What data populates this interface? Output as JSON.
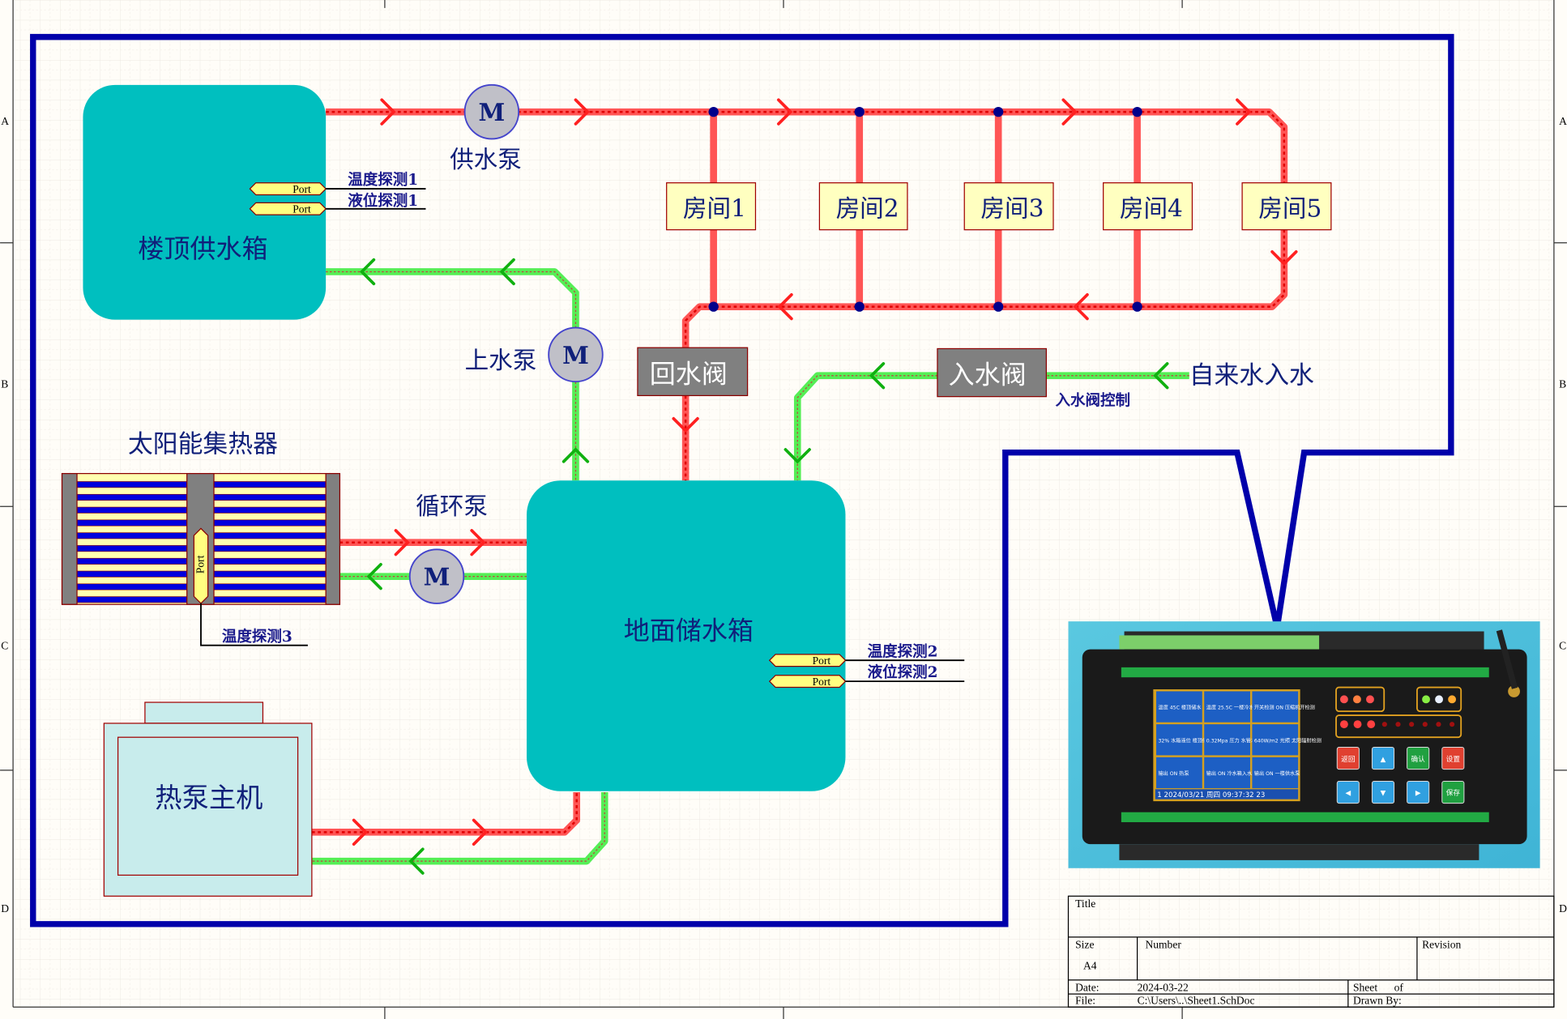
{
  "diagram": {
    "roof_tank": {
      "label": "楼顶供水箱",
      "ports": [
        "Port",
        "Port"
      ],
      "sensors": [
        "温度探测1",
        "液位探测1"
      ]
    },
    "supply_pump": {
      "symbol": "M",
      "label": "供水泵"
    },
    "rooms": [
      "房间1",
      "房间2",
      "房间3",
      "房间4",
      "房间5"
    ],
    "lift_pump": {
      "symbol": "M",
      "label": "上水泵"
    },
    "return_valve": {
      "label": "回水阀"
    },
    "inlet_valve": {
      "label": "入水阀",
      "control_label": "入水阀控制"
    },
    "tap_water": {
      "label": "自来水入水"
    },
    "solar": {
      "label": "太阳能集热器",
      "port": "Port",
      "sensor": "温度探测3"
    },
    "circ_pump": {
      "symbol": "M",
      "label": "循环泵"
    },
    "ground_tank": {
      "label": "地面储水箱",
      "ports": [
        "Port",
        "Port"
      ],
      "sensors": [
        "温度探测2",
        "液位探测2"
      ]
    },
    "heat_pump": {
      "label": "热泵主机"
    },
    "controller_screen": {
      "tiles": [
        "温度 45C 楼顶储水",
        "温度 25.5C 一楼冷水",
        "开关检测 ON 压缩机开检测",
        "32% 水箱液位 楼顶储水箱液",
        "0.32Mpa 压力 水管水压检测",
        "640W/m2 光照 太阳辐射检测",
        "输出 ON 热泵",
        "输出 ON 冷水箱入水",
        "输出 ON 一楼供水泵"
      ],
      "status_bar": "1  2024/03/21 周四  09:37:32  23",
      "buttons": [
        "返回",
        "▲",
        "确认",
        "设置",
        "◀",
        "▼",
        "▶",
        "保存"
      ]
    }
  },
  "title_block": {
    "title_label": "Title",
    "size_label": "Size",
    "size_value": "A4",
    "number_label": "Number",
    "revision_label": "Revision",
    "date_label": "Date:",
    "date_value": "2024-03-22",
    "sheet_label": "Sheet",
    "of_label": "of",
    "file_label": "File:",
    "file_value": "C:\\Users\\..\\Sheet1.SchDoc",
    "drawn_by_label": "Drawn By:"
  },
  "zones": {
    "rows": [
      "A",
      "B",
      "C",
      "D"
    ]
  },
  "colors": {
    "tank": "#00bfbf",
    "boundary": "#0000aa",
    "hot_pipe": "#ff3333",
    "cold_pipe": "#44dd44",
    "room_box": "#ffffc0",
    "valve": "#808080"
  }
}
